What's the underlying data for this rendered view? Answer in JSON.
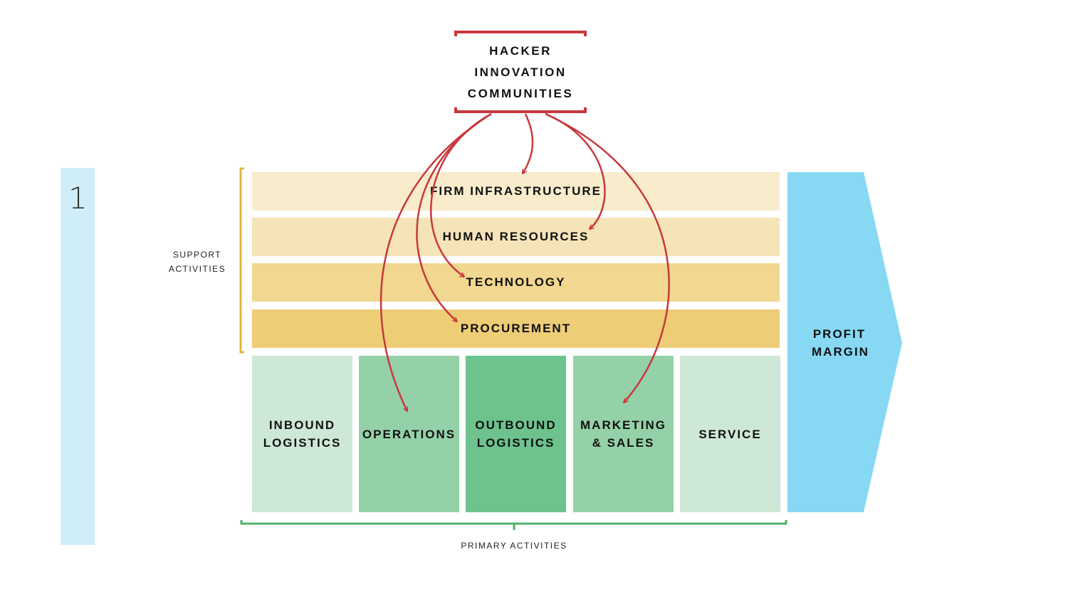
{
  "sidebar": {
    "number": "1"
  },
  "source_box": {
    "lines": [
      "HACKER",
      "INNOVATION",
      "COMMUNITIES"
    ]
  },
  "support": {
    "label_lines": [
      "SUPPORT",
      "ACTIVITIES"
    ],
    "bands": [
      {
        "label": "FIRM INFRASTRUCTURE",
        "color": "#f8eccc"
      },
      {
        "label": "HUMAN RESOURCES",
        "color": "#f5e4b8"
      },
      {
        "label": "TECHNOLOGY",
        "color": "#f1d78f"
      },
      {
        "label": "PROCUREMENT",
        "color": "#eecd77"
      }
    ]
  },
  "primary": {
    "label": "PRIMARY ACTIVITIES",
    "columns": [
      {
        "lines": [
          "INBOUND",
          "LOGISTICS"
        ],
        "color": "#cde8d6"
      },
      {
        "lines": [
          "OPERATIONS"
        ],
        "color": "#95d1a8"
      },
      {
        "lines": [
          "OUTBOUND",
          "LOGISTICS"
        ],
        "color": "#6dc28d"
      },
      {
        "lines": [
          "MARKETING",
          "& SALES"
        ],
        "color": "#95d1a8"
      },
      {
        "lines": [
          "SERVICE"
        ],
        "color": "#cde8d6"
      }
    ]
  },
  "margin": {
    "lines": [
      "PROFIT",
      "MARGIN"
    ],
    "color": "#87d8f3"
  },
  "colors": {
    "support_bracket": "#e0b63a",
    "primary_bracket": "#4fb06b",
    "arrows": "#c8383d",
    "sidebar": "#d0eef9"
  }
}
